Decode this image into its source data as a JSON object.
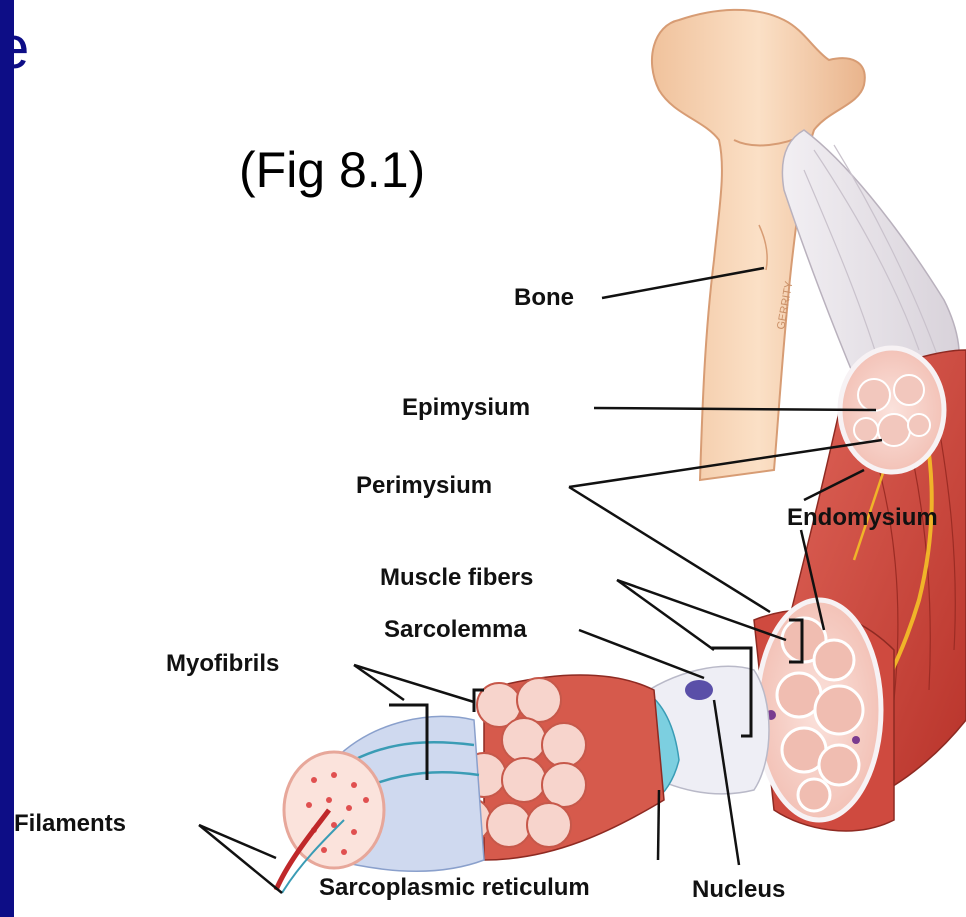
{
  "slide": {
    "title_fragment": "e",
    "caption": "(Fig 8.1)"
  },
  "diagram": {
    "labels": {
      "bone": "Bone",
      "epimysium": "Epimysium",
      "perimysium": "Perimysium",
      "endomysium": "Endomysium",
      "muscle_fibers": "Muscle fibers",
      "sarcolemma": "Sarcolemma",
      "myofibrils": "Myofibrils",
      "filaments": "Filaments",
      "sarcoplasmic_reticulum": "Sarcoplasmic reticulum",
      "nucleus": "Nucleus"
    },
    "signature": "GERRITY"
  },
  "colors": {
    "background": "#0d0d86",
    "bone": "#f5cfae",
    "muscle": "#d94a3e",
    "muscle_dark": "#b8332a",
    "tendon": "#ebe7ec",
    "nerve": "#f0b429",
    "reticulum": "#5bc0d6"
  }
}
